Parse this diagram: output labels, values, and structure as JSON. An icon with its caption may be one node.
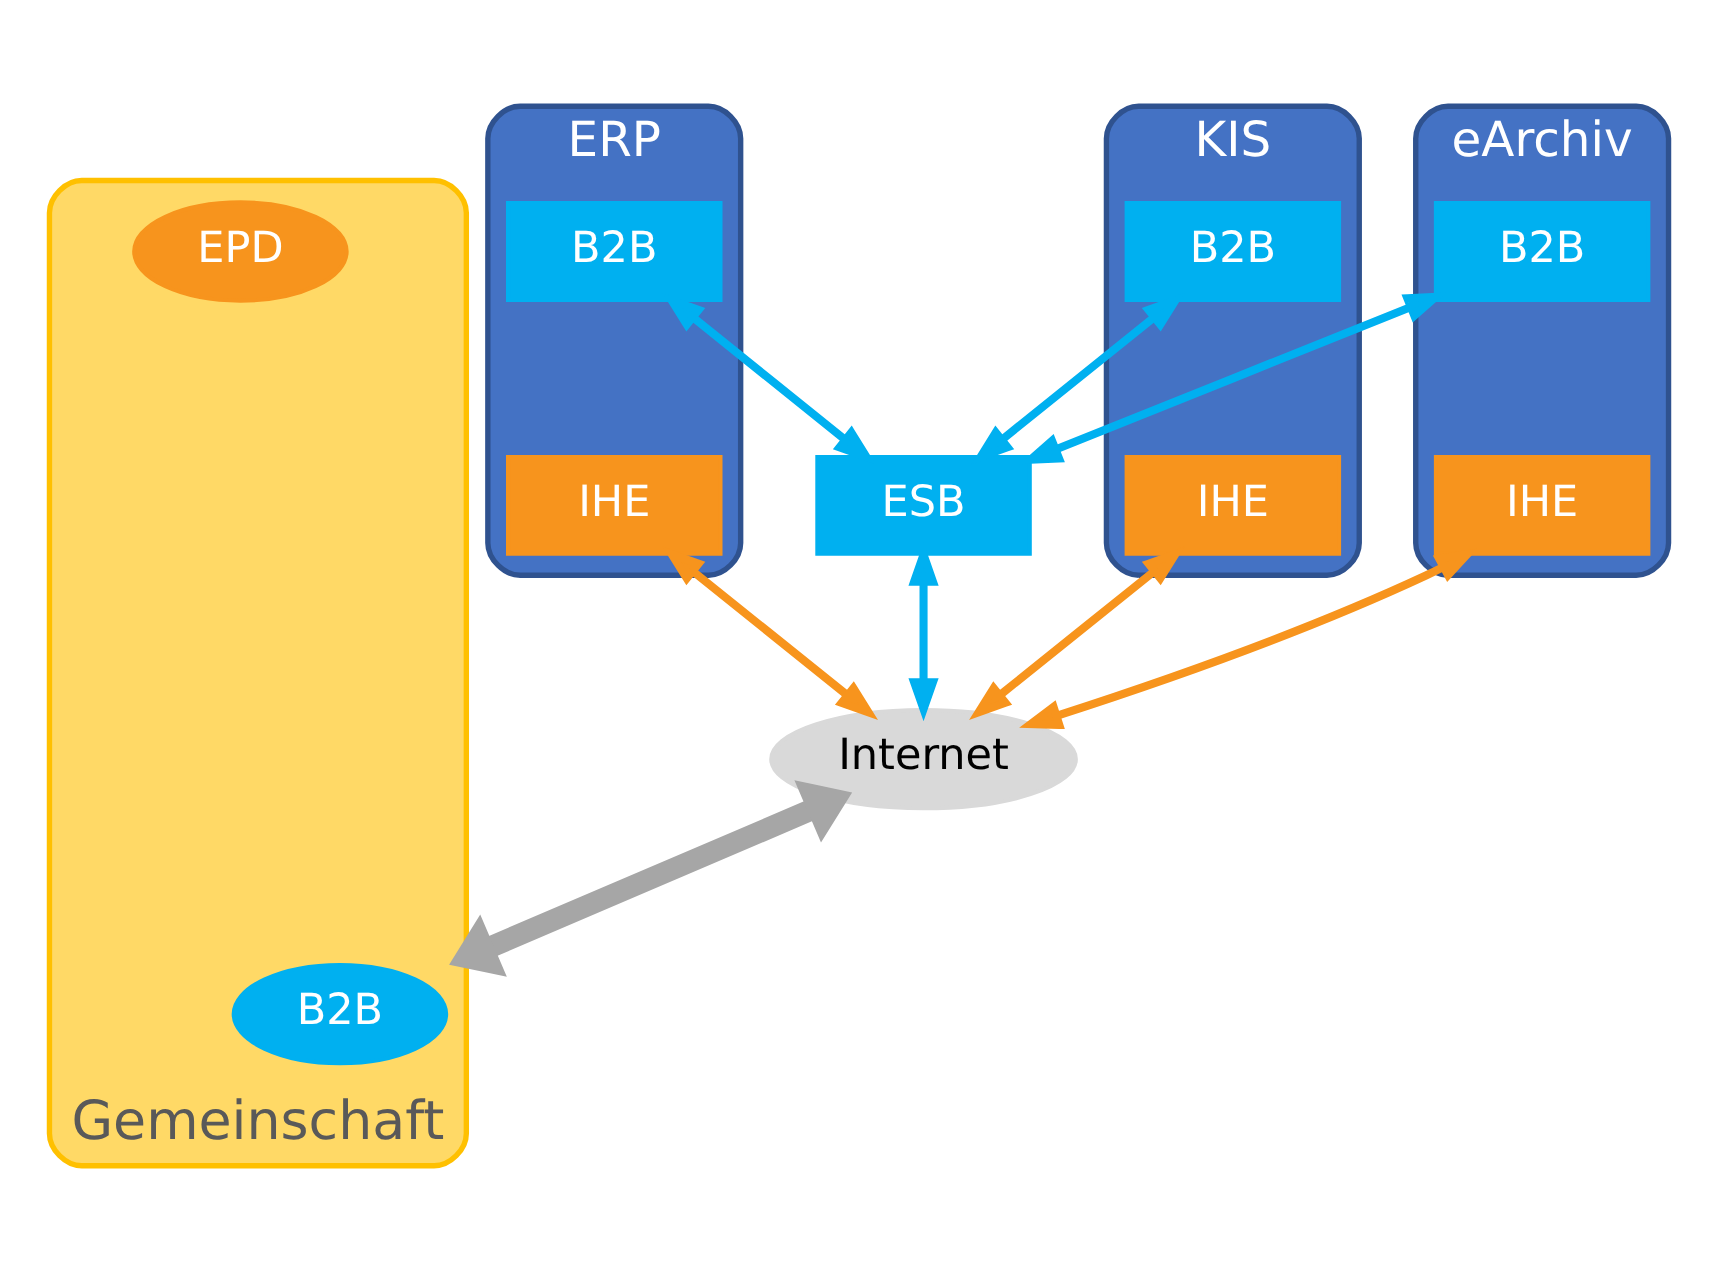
{
  "diagram": {
    "nodes": [
      {
        "text": [
          "ERP"
        ]
      },
      {
        "text": [
          "B2B"
        ],
        "in": 0
      },
      {
        "text": [
          "IHE"
        ],
        "in": 0
      },
      {
        "text": [
          "KIS"
        ]
      },
      {
        "text": [
          "B2B"
        ],
        "in": 3
      },
      {
        "text": [
          "IHE"
        ],
        "in": 3
      },
      {
        "text": [
          "eArchiv"
        ]
      },
      {
        "text": [
          "B2B"
        ],
        "in": 6
      },
      {
        "text": [
          "IHE"
        ],
        "in": 6
      },
      {
        "text": [
          "ESB"
        ]
      },
      {
        "text": [
          "Internet"
        ]
      },
      {
        "text": [
          "Gemeinschaft"
        ]
      },
      {
        "text": [
          "B2B"
        ],
        "in": 11
      },
      {
        "text": [
          "EPD"
        ],
        "in": 11
      }
    ],
    "edges": [
      {
        "from": 1,
        "to": 9,
        "arrow": "both",
        "color": "#00b0f0"
      },
      {
        "from": 2,
        "to": 10,
        "arrow": "both",
        "color": "#f7941d"
      },
      {
        "from": 4,
        "to": 9,
        "arrow": "both",
        "color": "#00b0f0"
      },
      {
        "from": 5,
        "to": 10,
        "arrow": "both",
        "color": "#f7941d"
      },
      {
        "from": 7,
        "to": 9,
        "arrow": "both",
        "color": "#00b0f0"
      },
      {
        "from": 8,
        "to": 10,
        "arrow": "both",
        "color": "#f7941d"
      },
      {
        "from": 9,
        "to": 10,
        "arrow": "both",
        "color": "#00b0f0"
      },
      {
        "from": 10,
        "to": 11,
        "arrow": "both",
        "style": "thick",
        "color": "#a6a6a6"
      }
    ]
  }
}
